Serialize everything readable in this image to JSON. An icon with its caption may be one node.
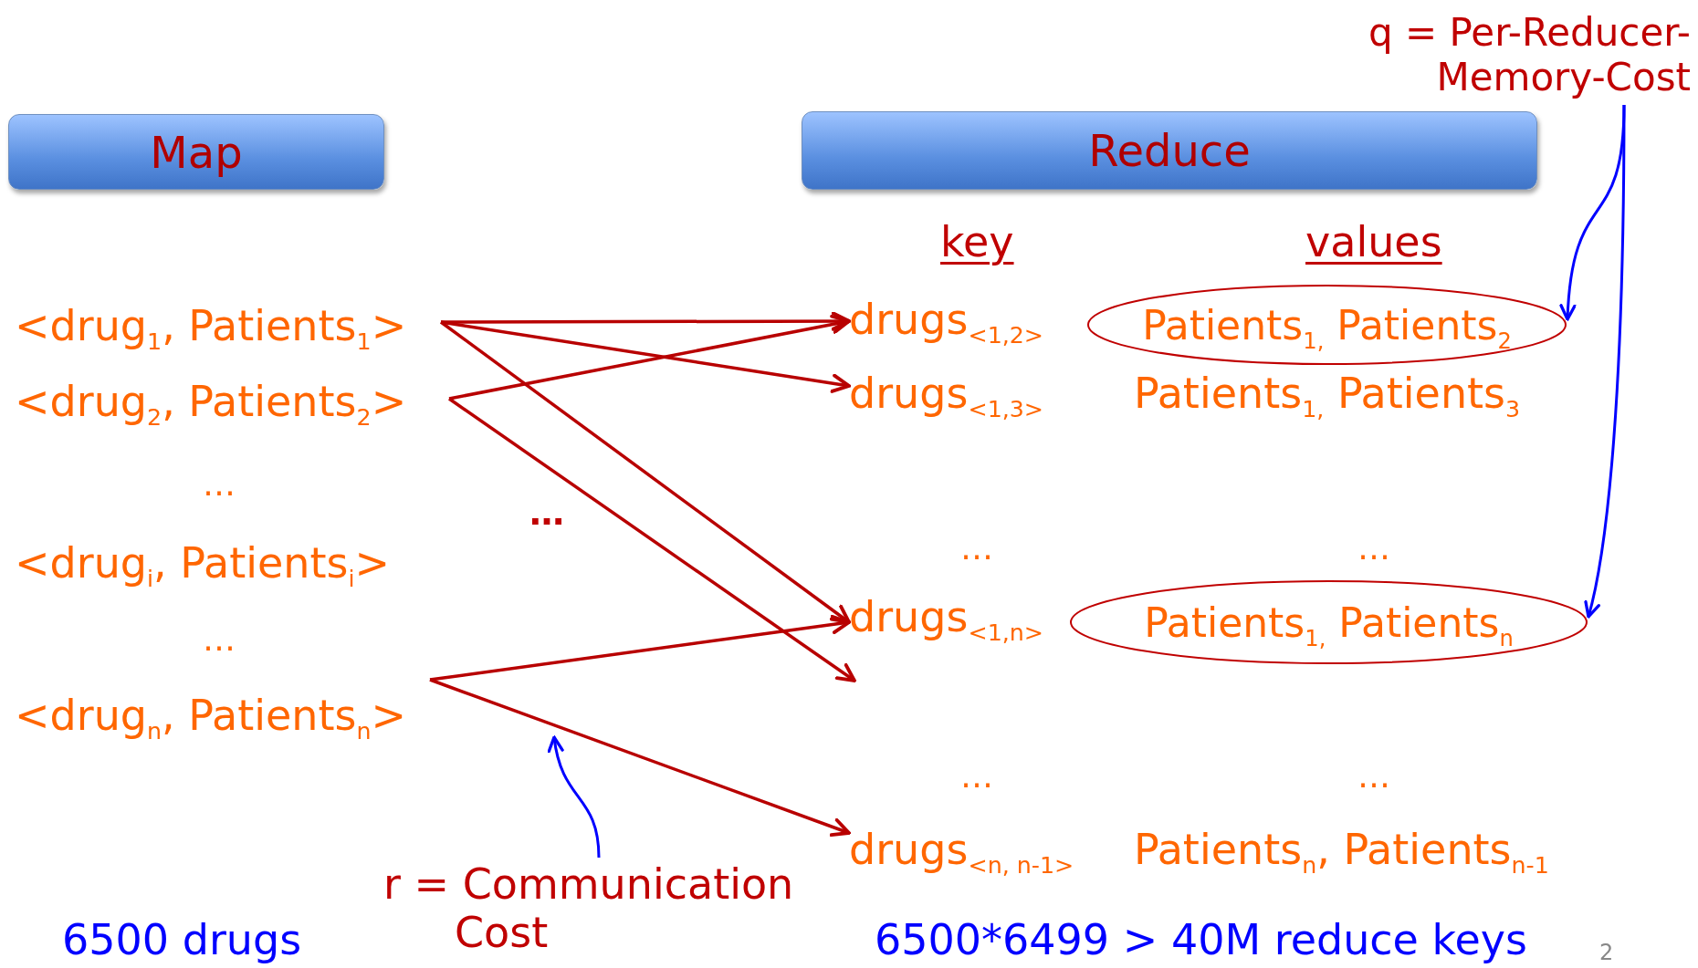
{
  "diagram": {
    "nodes": [
      {
        "text": [
          "Map"
        ]
      },
      {
        "text": [
          "Reduce"
        ]
      },
      {
        "text": [
          "<drug$_{1}$, Patients$_{1}$>"
        ]
      },
      {
        "text": [
          "<drug$_{2}$, Patients$_{2}$>"
        ]
      },
      {
        "text": [
          "<drug$_{i}$, Patients$_{i}$>"
        ]
      },
      {
        "text": [
          "<drug$_{n}$, Patients$_{n}$>"
        ]
      },
      {
        "text": [
          "drugs$_{<1,2>}$"
        ]
      },
      {
        "text": [
          "drugs$_{<1,3>}$"
        ]
      },
      {
        "text": [
          "drugs$_{<1,n>}$"
        ]
      },
      {
        "text": [
          "drugs$_{<n, n-1>}$"
        ]
      },
      {
        "text": [
          "Patients$_{1,}$ Patients$_{2}$"
        ]
      },
      {
        "text": [
          "Patients$_{1,}$ Patients$_{3}$"
        ]
      },
      {
        "text": [
          "Patients$_{1,}$ Patients$_{n}$"
        ]
      },
      {
        "text": [
          "Patients$_{n}$, Patients$_{n-1}$"
        ]
      },
      {
        "text": [
          "q = Per-Reducer- Memory-Cost"
        ]
      },
      {
        "text": [
          "r = Communication Cost"
        ]
      }
    ],
    "edges": [
      {
        "from": 2,
        "to": 6,
        "arrow": "to"
      },
      {
        "from": 2,
        "to": 7,
        "arrow": "to"
      },
      {
        "from": 2,
        "to": 8,
        "arrow": "to"
      },
      {
        "from": 3,
        "to": 6,
        "arrow": "to"
      },
      {
        "from": 3,
        "to": 8,
        "arrow": "to"
      },
      {
        "from": 5,
        "to": 8,
        "arrow": "to"
      },
      {
        "from": 5,
        "to": 9,
        "arrow": "to"
      },
      {
        "from": 14,
        "to": 10,
        "arrow": "to",
        "color": "#0000ff"
      },
      {
        "from": 14,
        "to": 12,
        "arrow": "to",
        "color": "#0000ff"
      },
      {
        "from": 15,
        "to": null,
        "arrow": "to",
        "color": "#0000ff"
      }
    ],
    "labels": [
      "key",
      "values",
      "…",
      "…",
      "…",
      "…",
      "…",
      "…",
      "…",
      "6500 drugs",
      "6500*6499 > 40M reduce keys",
      "2"
    ]
  }
}
